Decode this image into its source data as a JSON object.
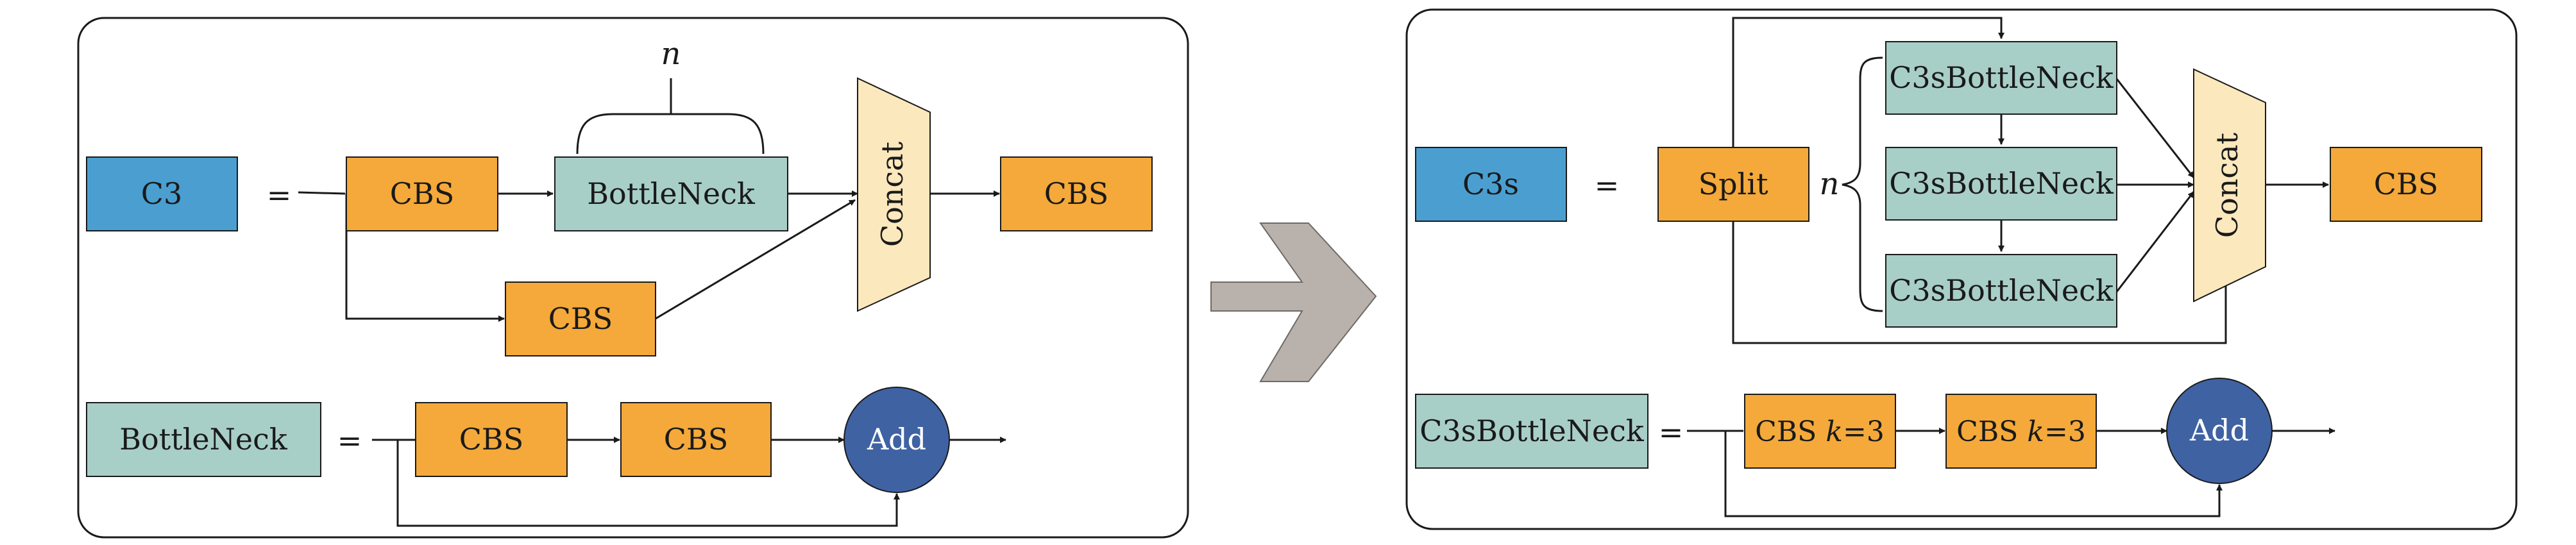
{
  "colors": {
    "blue_block": "#4a9fd0",
    "orange_block": "#f4a93a",
    "teal_block": "#a8cec8",
    "concat_fill": "#fce8bd",
    "add_fill": "#3f62a3",
    "big_arrow": "#b9b1ac",
    "stroke": "#1a1a1a"
  },
  "left_panel": {
    "c3_label": "C3",
    "equals": "=",
    "cbs_first": "CBS",
    "bottleneck": "BottleNeck",
    "n_label": "n",
    "cbs_branch": "CBS",
    "concat": "Concat",
    "cbs_out": "CBS",
    "bn_def_label": "BottleNeck",
    "bn_equals": "=",
    "bn_cbs_1": "CBS",
    "bn_cbs_2": "CBS",
    "bn_add": "Add"
  },
  "right_panel": {
    "c3s_label": "C3s",
    "equals": "=",
    "split": "Split",
    "n_label": "n",
    "c3s_bottleneck_1": "C3sBottleNeck",
    "c3s_bottleneck_2": "C3sBottleNeck",
    "c3s_bottleneck_3": "C3sBottleNeck",
    "concat": "Concat",
    "cbs_out": "CBS",
    "def_label": "C3sBottleNeck",
    "def_equals": "=",
    "cbs_k3_1_prefix": "CBS ",
    "cbs_k3_1_k": "k",
    "cbs_k3_1_suffix": "=3",
    "cbs_k3_2_prefix": "CBS ",
    "cbs_k3_2_k": "k",
    "cbs_k3_2_suffix": "=3",
    "add": "Add"
  }
}
